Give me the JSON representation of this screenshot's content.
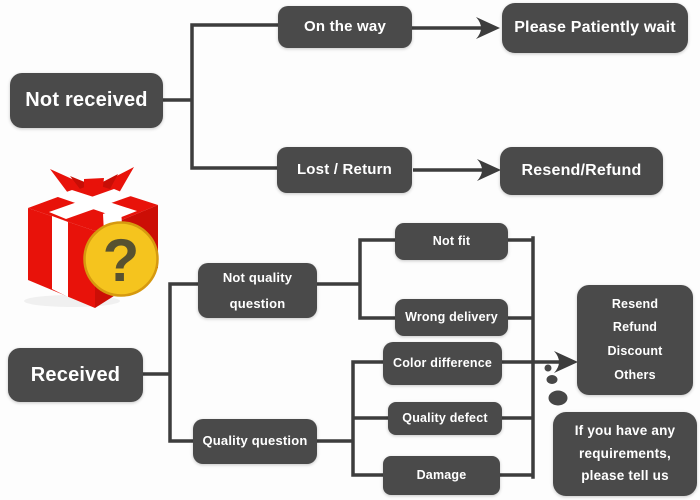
{
  "title": "delivery-issue-flowchart",
  "colors": {
    "background": "#fdfdfd",
    "node_fill": "#4a4a4a",
    "connector_line": "#3d3d3d",
    "node_text": "#ffffff",
    "gift_red": "#e8120a",
    "gift_red_dark": "#cc0e06",
    "ribbon_white": "#ffffff",
    "coin_yellow": "#f5c41e",
    "coin_border": "#d6990f",
    "question_mark": "#575130"
  },
  "nodes": {
    "not_received": {
      "label": "Not received"
    },
    "on_the_way": {
      "label": "On the way"
    },
    "please_wait": {
      "label": "Please Patiently wait"
    },
    "lost_return": {
      "label": "Lost / Return"
    },
    "resend_refund": {
      "label": "Resend/Refund"
    },
    "received": {
      "label": "Received"
    },
    "not_quality": {
      "lines": [
        "Not quality",
        "question"
      ]
    },
    "quality_question": {
      "label": "Quality question"
    },
    "not_fit": {
      "label": "Not fit"
    },
    "wrong_delivery": {
      "label": "Wrong delivery"
    },
    "color_difference": {
      "label": "Color difference"
    },
    "quality_defect": {
      "label": "Quality defect"
    },
    "damage": {
      "label": "Damage"
    },
    "resend_options": {
      "lines": [
        "Resend",
        "Refund",
        "Discount",
        "Others"
      ]
    },
    "requirements": {
      "lines": [
        "If you have any",
        "requirements,",
        "please tell us"
      ]
    }
  },
  "icon": {
    "name": "gift-box-with-question-mark"
  }
}
